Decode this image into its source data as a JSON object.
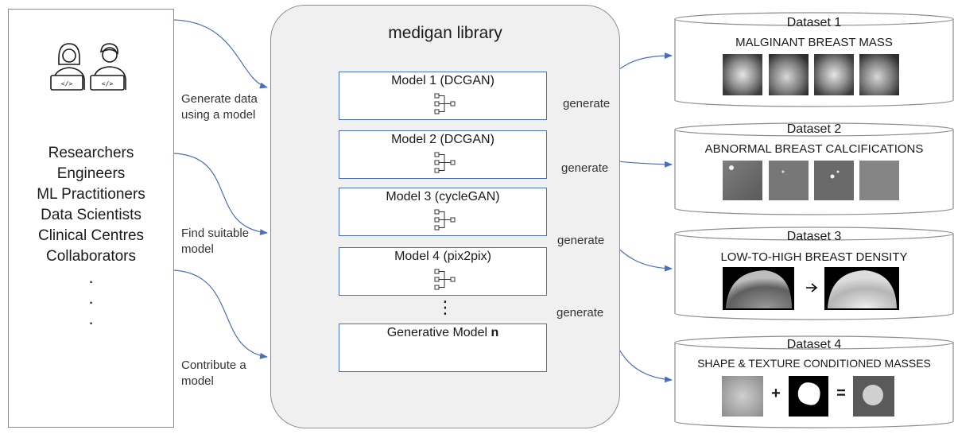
{
  "users": {
    "roles": [
      "Researchers",
      "Engineers",
      "ML Practitioners",
      "Data Scientists",
      "Clinical Centres",
      "Collaborators"
    ],
    "dots": [
      ".",
      ".",
      "."
    ]
  },
  "actions": {
    "generate": [
      "Generate data",
      "using a model"
    ],
    "find": [
      "Find suitable",
      "model"
    ],
    "contribute": [
      "Contribute a",
      "model"
    ]
  },
  "library": {
    "title": "medigan library",
    "models": [
      "Model 1 (DCGAN)",
      "Model 2 (DCGAN)",
      "Model 3 (cycleGAN)",
      "Model 4 (pix2pix)"
    ],
    "ellipsis": "⋮",
    "generative_prefix": "Generative Model ",
    "generative_suffix": "n"
  },
  "generate_label": "generate",
  "datasets": [
    {
      "title": "Dataset 1",
      "subtitle": "MALGINANT BREAST MASS"
    },
    {
      "title": "Dataset 2",
      "subtitle": "ABNORMAL BREAST CALCIFICATIONS"
    },
    {
      "title": "Dataset 3",
      "subtitle": "LOW-TO-HIGH BREAST DENSITY"
    },
    {
      "title": "Dataset 4",
      "subtitle": "SHAPE & TEXTURE CONDITIONED MASSES"
    }
  ],
  "operators": {
    "arrow": "→",
    "plus": "+",
    "equals": "="
  },
  "colors": {
    "arrow": "#4a6fb5",
    "library_bg": "#f0f0f0",
    "panel_border": "#8c8c8c"
  },
  "icons": [
    "person-laptop-icon",
    "person-laptop-icon",
    "model-architecture-icon",
    "mammogram-thumbnail"
  ]
}
